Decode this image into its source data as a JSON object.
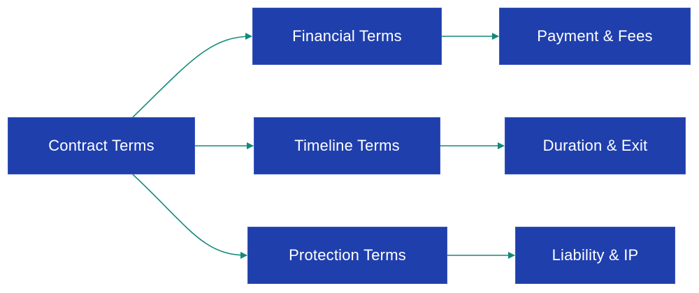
{
  "colors": {
    "node_fill": "#1f3fad",
    "node_text": "#ffffff",
    "edge": "#128a7a"
  },
  "nodes": {
    "contract": {
      "label": "Contract Terms"
    },
    "financial": {
      "label": "Financial Terms"
    },
    "timeline": {
      "label": "Timeline Terms"
    },
    "protection": {
      "label": "Protection Terms"
    },
    "payment": {
      "label": "Payment & Fees"
    },
    "duration": {
      "label": "Duration & Exit"
    },
    "liability": {
      "label": "Liability & IP"
    }
  },
  "edges": [
    {
      "from": "contract",
      "to": "financial"
    },
    {
      "from": "contract",
      "to": "timeline"
    },
    {
      "from": "contract",
      "to": "protection"
    },
    {
      "from": "financial",
      "to": "payment"
    },
    {
      "from": "timeline",
      "to": "duration"
    },
    {
      "from": "protection",
      "to": "liability"
    }
  ]
}
